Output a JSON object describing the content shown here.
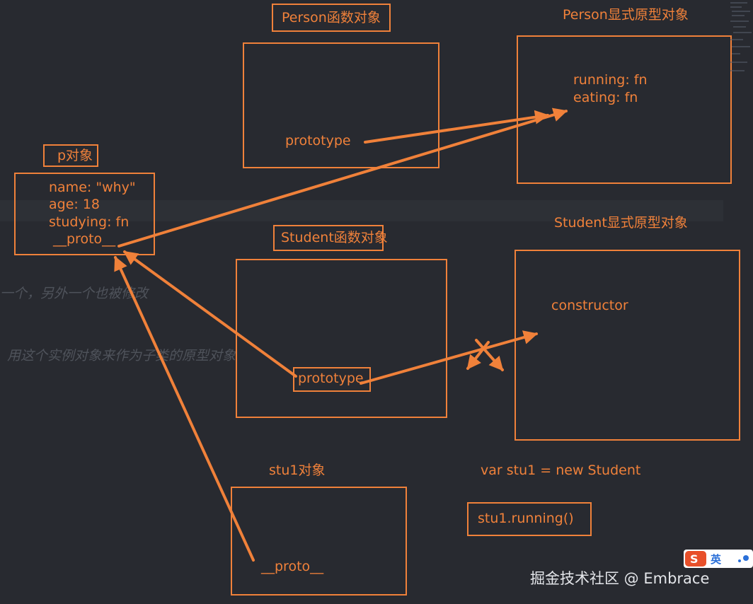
{
  "person_func": {
    "title": "Person函数对象",
    "prototype": "prototype"
  },
  "person_proto": {
    "title": "Person显式原型对象",
    "running": "running: fn",
    "eating": "eating: fn"
  },
  "p_obj": {
    "title": "p对象",
    "name": "name: \"why\"",
    "age": "age: 18",
    "studying": "studying: fn",
    "proto": "__proto__"
  },
  "student_func": {
    "title": "Student函数对象",
    "prototype": "prototype"
  },
  "student_proto": {
    "title": "Student显式原型对象",
    "constructor": "constructor"
  },
  "stu1_obj": {
    "title": "stu1对象",
    "proto": "__proto__"
  },
  "code": {
    "line1": "var stu1 = new Student",
    "line2": "stu1.running()"
  },
  "background_notes": {
    "note1": "一个，另外一个也被修改",
    "note2": "用这个实例对象来作为子类的原型对象"
  },
  "watermark": "掘金技术社区 @ Embrace",
  "ime": {
    "label": "英"
  },
  "colors": {
    "accent": "#f0813a",
    "background": "#282a30"
  }
}
